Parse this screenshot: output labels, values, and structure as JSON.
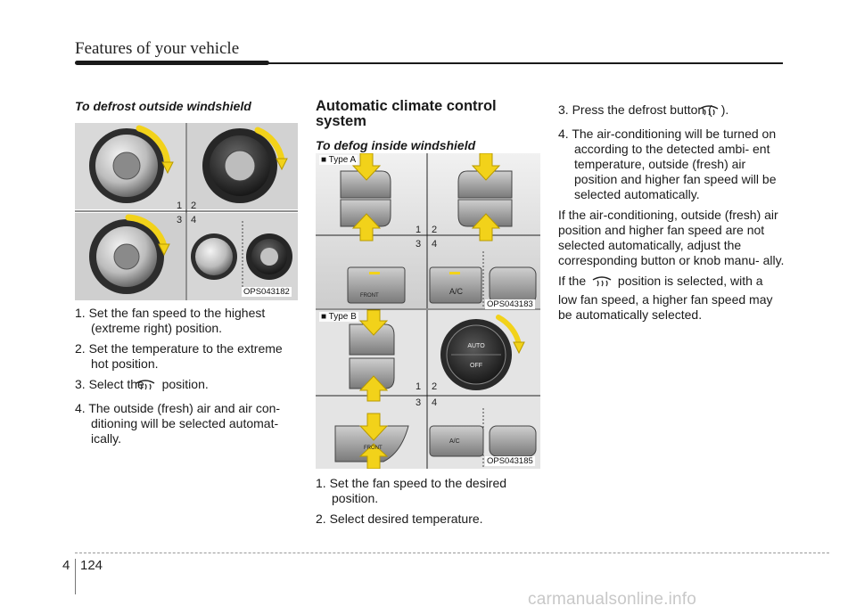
{
  "header": {
    "title": "Features of your vehicle"
  },
  "left": {
    "heading": "To defrost outside windshield",
    "figure_code": "OPS043182",
    "quad_labels": [
      "1",
      "2",
      "3",
      "4"
    ],
    "steps": [
      "1. Set the fan speed to the highest (extreme right) position.",
      "2. Set the temperature to the extreme hot position.",
      "3. Select the",
      "4. The outside (fresh) air and air con- ditioning will be selected automat- ically."
    ],
    "step3_suffix": "position."
  },
  "middle": {
    "heading": "Automatic climate control system",
    "subheading": "To defog inside windshield",
    "type_a_label": "■ Type A",
    "type_b_label": "■ Type B",
    "figure_a_code": "OPS043183",
    "figure_b_code": "OPS043185",
    "quad_labels": [
      "1",
      "2",
      "3",
      "4"
    ],
    "button_labels": {
      "front": "FRONT",
      "ac": "A/C",
      "auto": "AUTO",
      "off": "OFF"
    },
    "steps": [
      "1. Set the fan speed to the desired position.",
      "2. Select desired temperature."
    ]
  },
  "right": {
    "step3_prefix": "3. Press the defrost button (",
    "step3_suffix": ").",
    "step4": "4. The air-conditioning will be turned on according to the detected ambi- ent temperature, outside (fresh) air position and higher fan speed will be selected automatically.",
    "para1": "If the air-conditioning, outside (fresh) air position and higher fan speed are not selected automatically, adjust the corresponding button or knob manu- ally.",
    "para2_prefix": "If the",
    "para2_suffix": "position is selected, with a low fan speed, a higher fan speed may be automatically selected."
  },
  "footer": {
    "chapter": "4",
    "page": "124"
  },
  "watermark": "carmanualsonline.info",
  "colors": {
    "arrow": "#f2d21a",
    "arrow_stroke": "#b89a00",
    "dial": "#2b2b2b",
    "panel": "#dcdcdc"
  }
}
